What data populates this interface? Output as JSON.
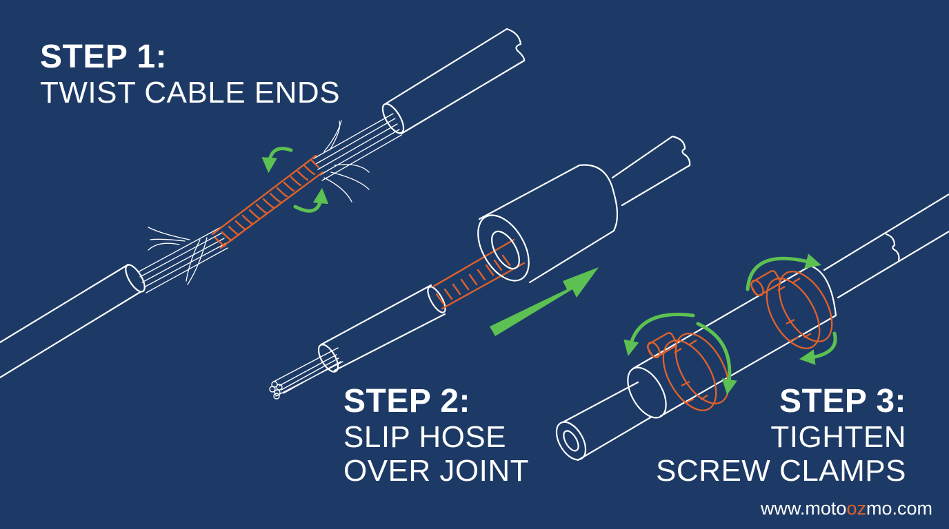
{
  "colors": {
    "background": "#1d3a66",
    "outline": "#ffffff",
    "copper": "#e0612a",
    "arrow": "#5cc152"
  },
  "steps": [
    {
      "heading": "STEP 1:",
      "lines": [
        "TWIST CABLE ENDS"
      ]
    },
    {
      "heading": "STEP 2:",
      "lines": [
        "SLIP HOSE",
        "OVER JOINT"
      ]
    },
    {
      "heading": "STEP 3:",
      "lines": [
        "TIGHTEN",
        "SCREW CLAMPS"
      ]
    }
  ],
  "website": {
    "prefix": "www.moto",
    "accent": "oz",
    "suffix": "mo.com"
  }
}
